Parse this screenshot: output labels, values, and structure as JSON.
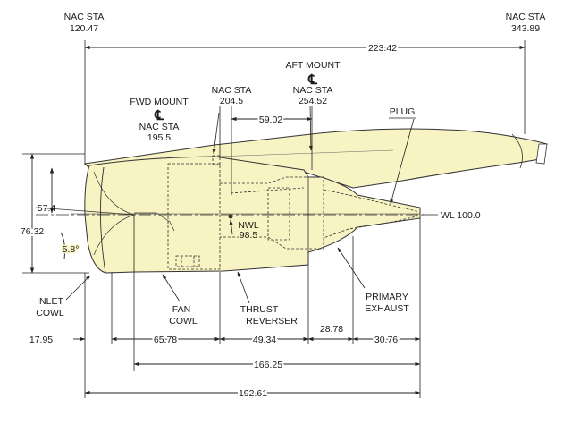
{
  "stations": {
    "nac_sta_left": {
      "title": "NAC STA",
      "value": "120.47"
    },
    "nac_sta_right": {
      "title": "NAC STA",
      "value": "343.89"
    },
    "fwd_mount": {
      "title": "FWD MOUNT",
      "symbol": "℄",
      "sta": "NAC STA",
      "value": "195.5"
    },
    "nac_sta_mid": {
      "title": "NAC STA",
      "value": "204.5"
    },
    "aft_mount": {
      "title": "AFT MOUNT",
      "symbol": "℄",
      "sta": "NAC STA",
      "value": "254.52"
    }
  },
  "dimensions": {
    "overall_top": "223.42",
    "mount_spacing": "59.02",
    "vert_upper": "57.4",
    "vert_total": "76.32",
    "angle": "5.8°",
    "inlet": "17.95",
    "fan": "65.78",
    "reverser": "49.34",
    "exhaust1": "28.78",
    "exhaust2": "30.76",
    "mid_total": "166.25",
    "overall_bottom": "192.61"
  },
  "labels": {
    "plug": "PLUG",
    "wl": "WL 100.0",
    "nwl_1": "NWL",
    "nwl_2": "98.5",
    "inlet_cowl_1": "INLET",
    "inlet_cowl_2": "COWL",
    "fan_cowl_1": "FAN",
    "fan_cowl_2": "COWL",
    "thrust_rev_1": "THRUST",
    "thrust_rev_2": "REVERSER",
    "primary_exh_1": "PRIMARY",
    "primary_exh_2": "EXHAUST"
  },
  "colors": {
    "nacelle_fill": "#f8f3c2",
    "line": "#222222"
  }
}
